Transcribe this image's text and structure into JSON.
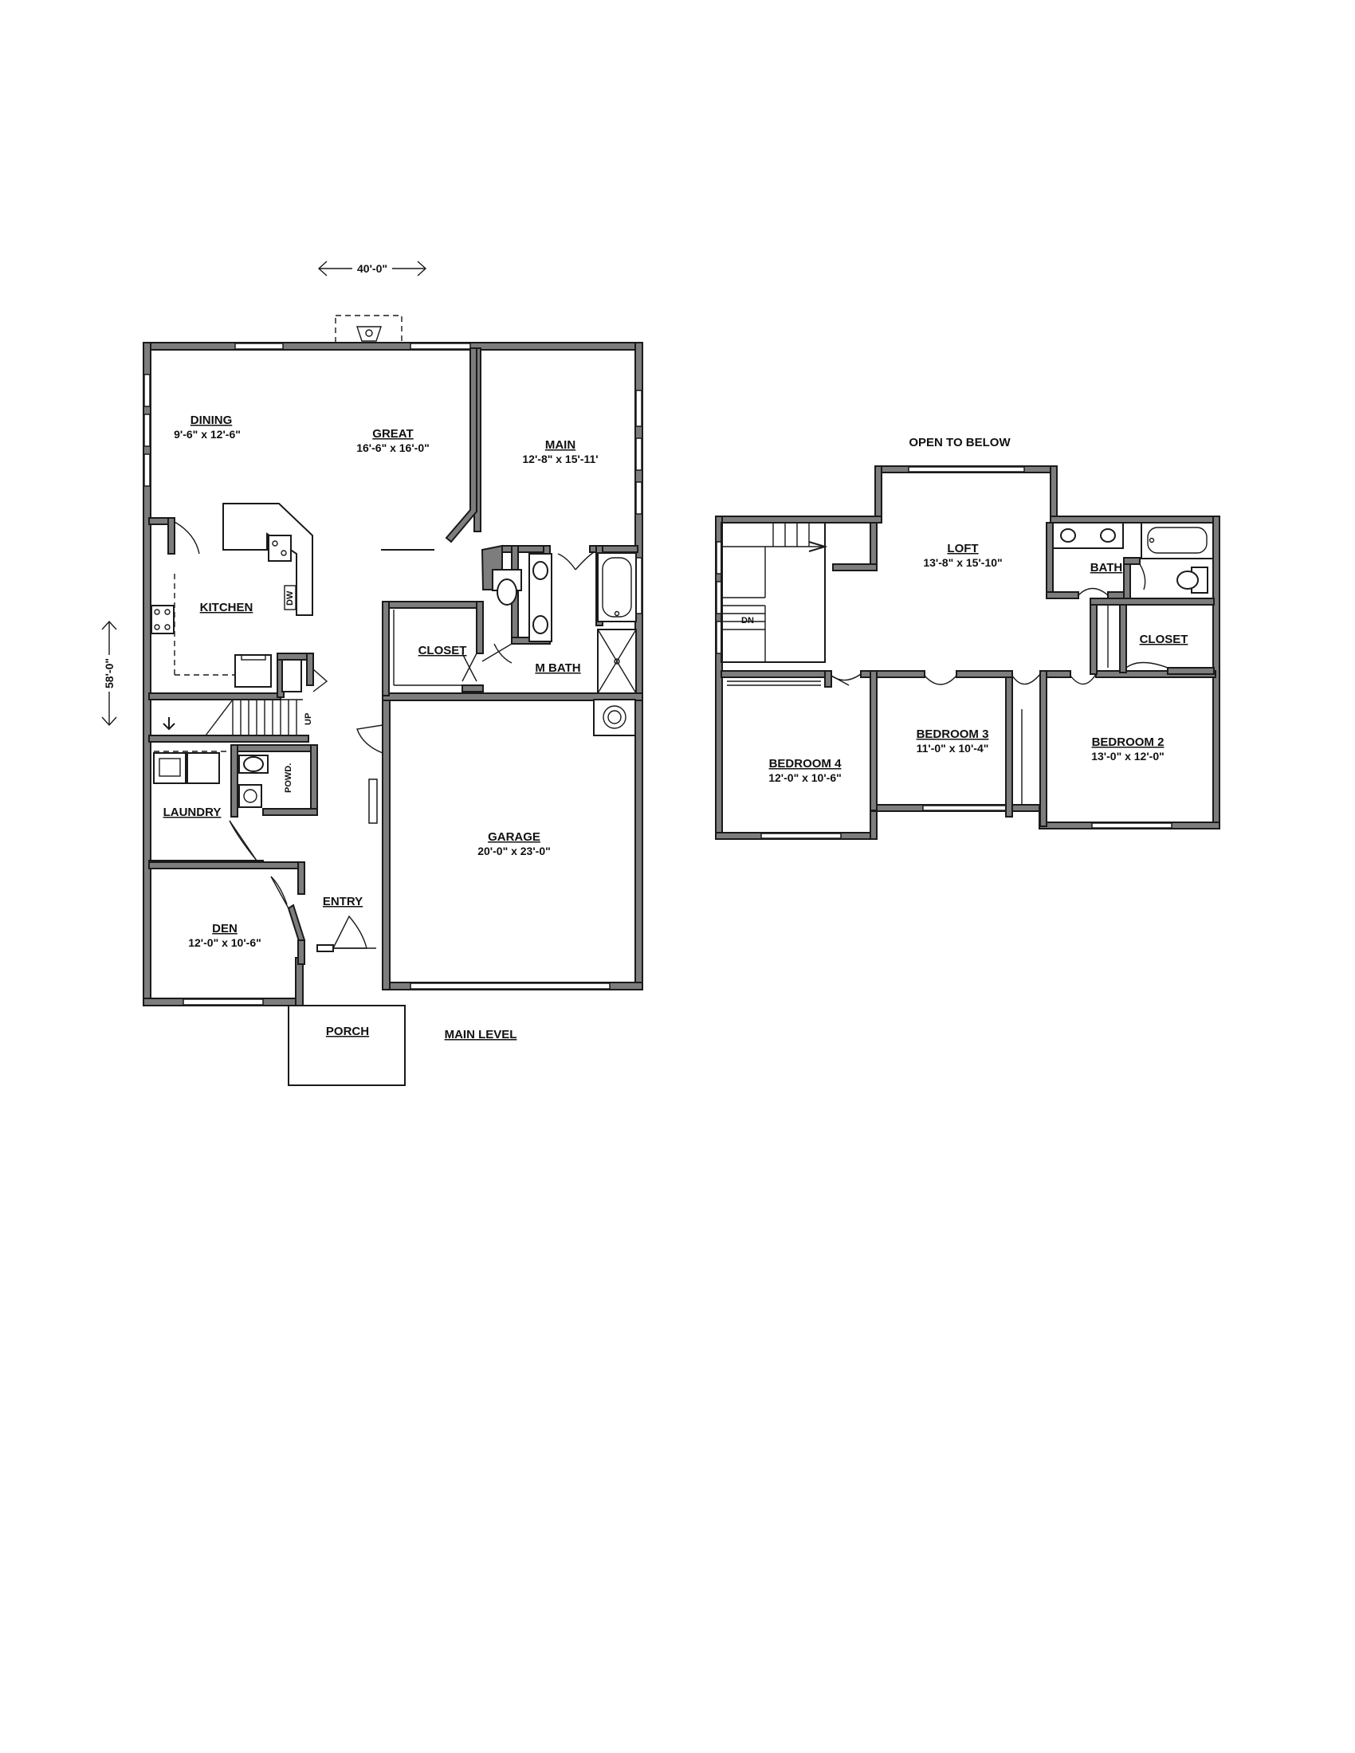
{
  "main_level": {
    "title": "MAIN LEVEL",
    "overall_width": "40'-0\"",
    "overall_depth": "58'-0\"",
    "rooms": {
      "dining": {
        "name": "DINING",
        "size": "9'-6\" x 12'-6\""
      },
      "great": {
        "name": "GREAT",
        "size": "16'-6\" x 16'-0\""
      },
      "main": {
        "name": "MAIN",
        "size": "12'-8\" x 15'-11'"
      },
      "kitchen": {
        "name": "KITCHEN"
      },
      "closet": {
        "name": "CLOSET"
      },
      "m_bath": {
        "name": "M BATH"
      },
      "laundry": {
        "name": "LAUNDRY"
      },
      "powd": {
        "name": "POWD."
      },
      "garage": {
        "name": "GARAGE",
        "size": "20'-0\" x 23'-0\""
      },
      "entry": {
        "name": "ENTRY"
      },
      "den": {
        "name": "DEN",
        "size": "12'-0\" x 10'-6\""
      },
      "porch": {
        "name": "PORCH"
      }
    },
    "labels": {
      "dw": "DW",
      "up": "UP"
    }
  },
  "upper_level": {
    "open_to_below": "OPEN TO BELOW",
    "rooms": {
      "loft": {
        "name": "LOFT",
        "size": "13'-8\" x 15'-10\""
      },
      "bath": {
        "name": "BATH"
      },
      "closet": {
        "name": "CLOSET"
      },
      "bedroom4": {
        "name": "BEDROOM 4",
        "size": "12'-0\" x 10'-6\""
      },
      "bedroom3": {
        "name": "BEDROOM 3",
        "size": "11'-0\" x 10'-4\""
      },
      "bedroom2": {
        "name": "BEDROOM 2",
        "size": "13'-0\" x 12'-0\""
      }
    },
    "labels": {
      "dn": "DN"
    }
  }
}
